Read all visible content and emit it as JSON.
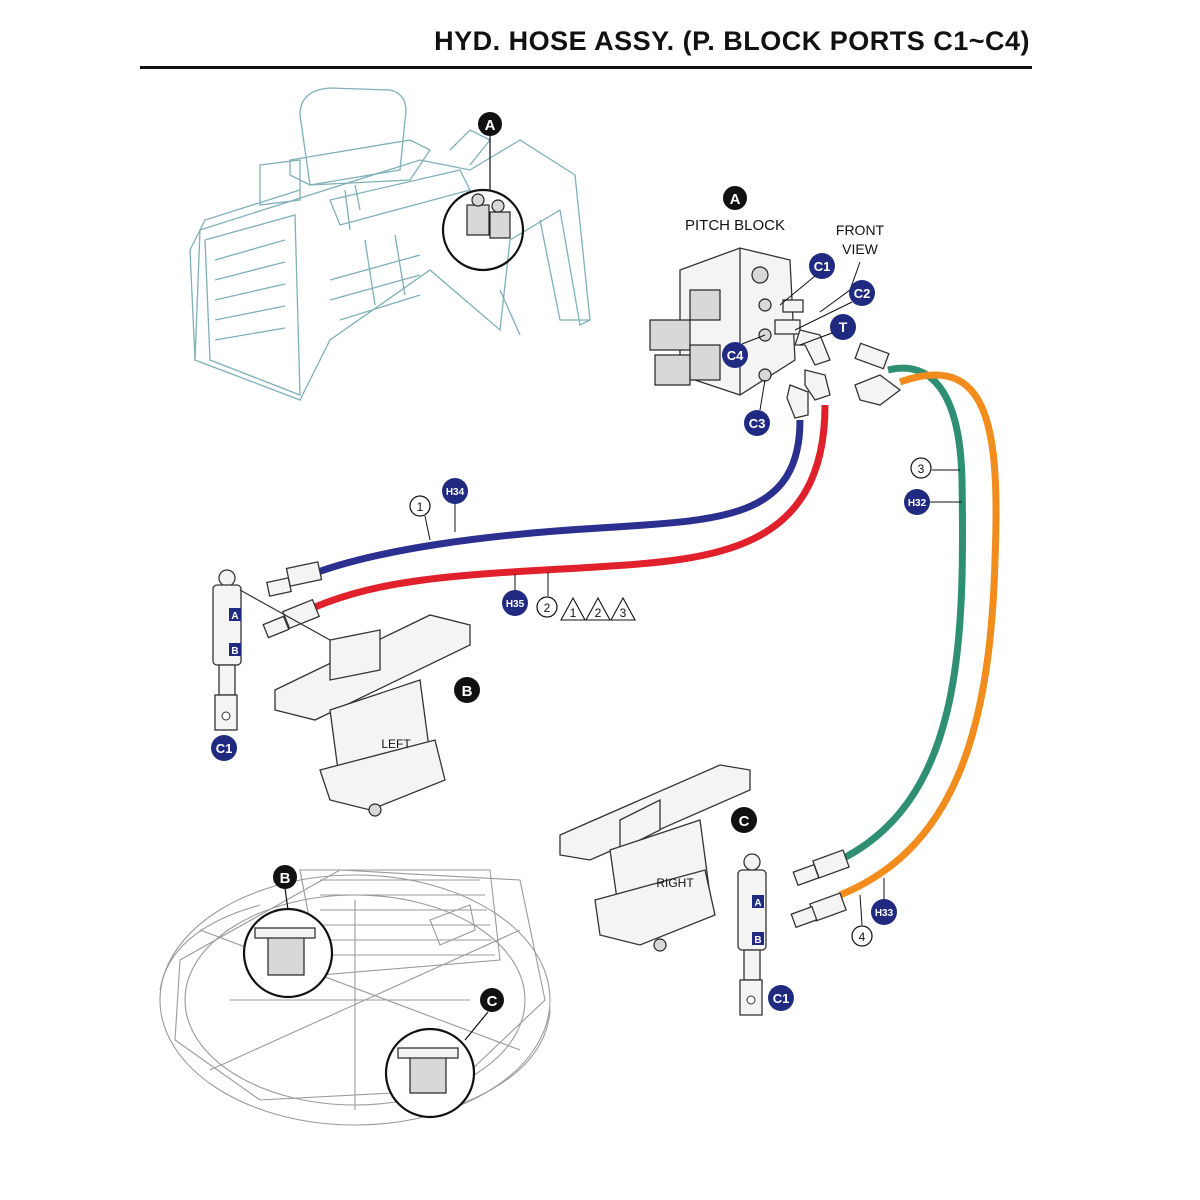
{
  "title": "HYD. HOSE ASSY. (P. BLOCK PORTS C1~C4)",
  "pitch_block": {
    "callout": "A",
    "label": "PITCH BLOCK",
    "front_view": [
      "FRONT",
      "VIEW"
    ],
    "ports": [
      "C1",
      "C2",
      "T",
      "C4",
      "C3"
    ]
  },
  "callouts": {
    "a_overview": "A",
    "b_assembly": "B",
    "c_assembly": "C",
    "b_overview": "B",
    "c_overview": "C"
  },
  "hoses": [
    {
      "item": "1",
      "code": "H34",
      "color": "#2b2f8f"
    },
    {
      "item": "2",
      "code": "H35",
      "color": "#e0202a"
    },
    {
      "item": "3",
      "code": "H32",
      "color": "#2f8f73"
    },
    {
      "item": "4",
      "code": "H33",
      "color": "#f28c1c"
    }
  ],
  "notes": [
    "1",
    "2",
    "3"
  ],
  "left_cylinder": {
    "port_a": "A",
    "port_b": "B",
    "port_c1": "C1",
    "gearbox_label": "LEFT"
  },
  "right_cylinder": {
    "port_a": "A",
    "port_b": "B",
    "port_c1": "C1",
    "gearbox_label": "RIGHT"
  },
  "colors": {
    "badge_navy": "#1f2a80",
    "badge_black": "#111111",
    "sketch": "#7fb0b8"
  }
}
